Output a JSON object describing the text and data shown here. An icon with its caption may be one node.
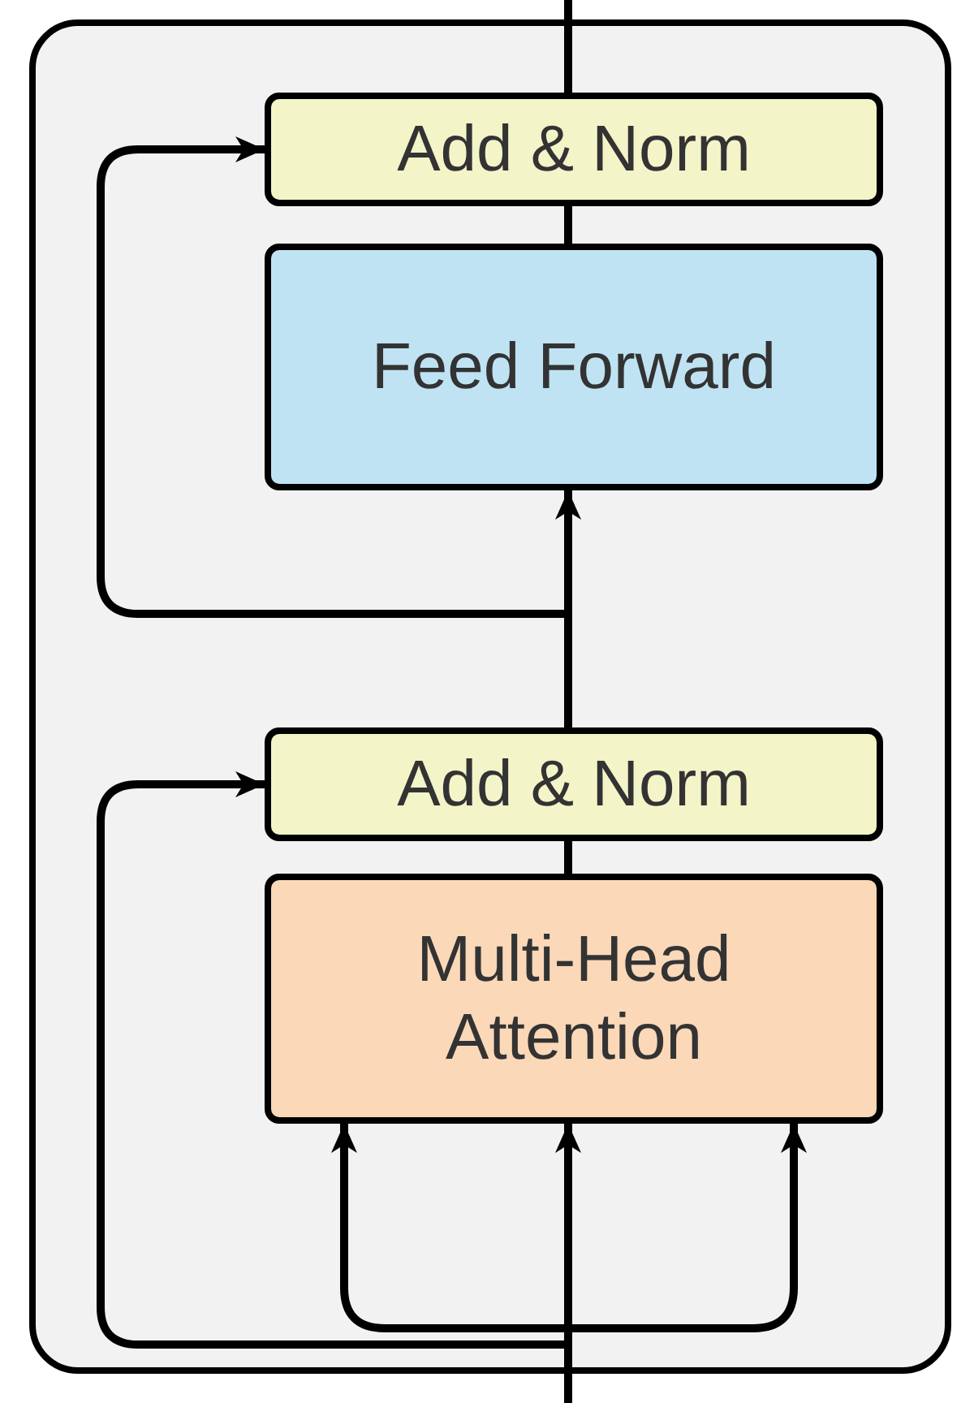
{
  "diagram": {
    "nodes": [
      {
        "text": [],
        "shape": "box"
      },
      {
        "text": [
          "Add & Norm"
        ],
        "in": 0
      },
      {
        "text": [
          "Feed Forward"
        ],
        "in": 0
      },
      {
        "text": [
          "Add & Norm"
        ],
        "in": 0
      },
      {
        "text": [
          "Multi-Head Attention"
        ],
        "in": 0
      }
    ],
    "edges": [
      {
        "from": null,
        "to": 4,
        "arrow": "to"
      },
      {
        "from": null,
        "to": 4,
        "arrow": "to"
      },
      {
        "from": null,
        "to": 4,
        "arrow": "to"
      },
      {
        "from": null,
        "to": 3,
        "arrow": "to"
      },
      {
        "from": 4,
        "to": 3,
        "arrow": "none"
      },
      {
        "from": 3,
        "to": 2,
        "arrow": "to"
      },
      {
        "from": 3,
        "to": 1,
        "arrow": "to"
      },
      {
        "from": 2,
        "to": 1,
        "arrow": "none"
      },
      {
        "from": 1,
        "to": null,
        "arrow": "none"
      }
    ]
  }
}
